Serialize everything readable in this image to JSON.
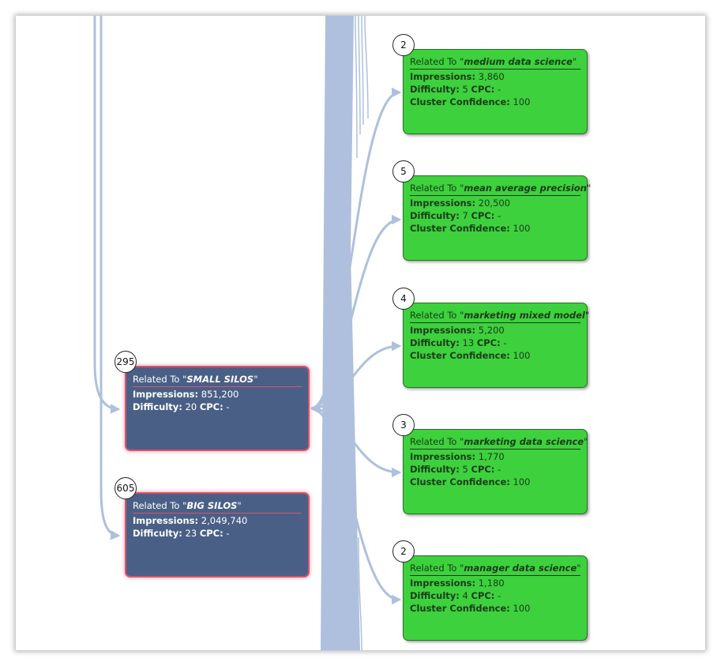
{
  "colors": {
    "edge": "#aec0dd",
    "parent_fill": "#4a5f86",
    "parent_border": "#d9536c",
    "child_fill": "#3dd13d"
  },
  "labels": {
    "related_prefix": "Related To ",
    "impressions": "Impressions:",
    "difficulty": "Difficulty:",
    "cpc": "CPC:",
    "cluster_confidence": "Cluster Confidence:"
  },
  "parents": [
    {
      "count": "295",
      "keyword": "SMALL SILOS",
      "impressions": "851,200",
      "difficulty": "20",
      "cpc": "-"
    },
    {
      "count": "605",
      "keyword": "BIG SILOS",
      "impressions": "2,049,740",
      "difficulty": "23",
      "cpc": "-"
    }
  ],
  "children": [
    {
      "count": "2",
      "keyword": "medium data science",
      "impressions": "3,860",
      "difficulty": "5",
      "cpc": "-",
      "confidence": "100"
    },
    {
      "count": "5",
      "keyword": "mean average precision",
      "impressions": "20,500",
      "difficulty": "7",
      "cpc": "-",
      "confidence": "100"
    },
    {
      "count": "4",
      "keyword": "marketing mixed model",
      "impressions": "5,200",
      "difficulty": "13",
      "cpc": "-",
      "confidence": "100"
    },
    {
      "count": "3",
      "keyword": "marketing data science",
      "impressions": "1,770",
      "difficulty": "5",
      "cpc": "-",
      "confidence": "100"
    },
    {
      "count": "2",
      "keyword": "manager data science",
      "impressions": "1,180",
      "difficulty": "4",
      "cpc": "-",
      "confidence": "100"
    }
  ]
}
